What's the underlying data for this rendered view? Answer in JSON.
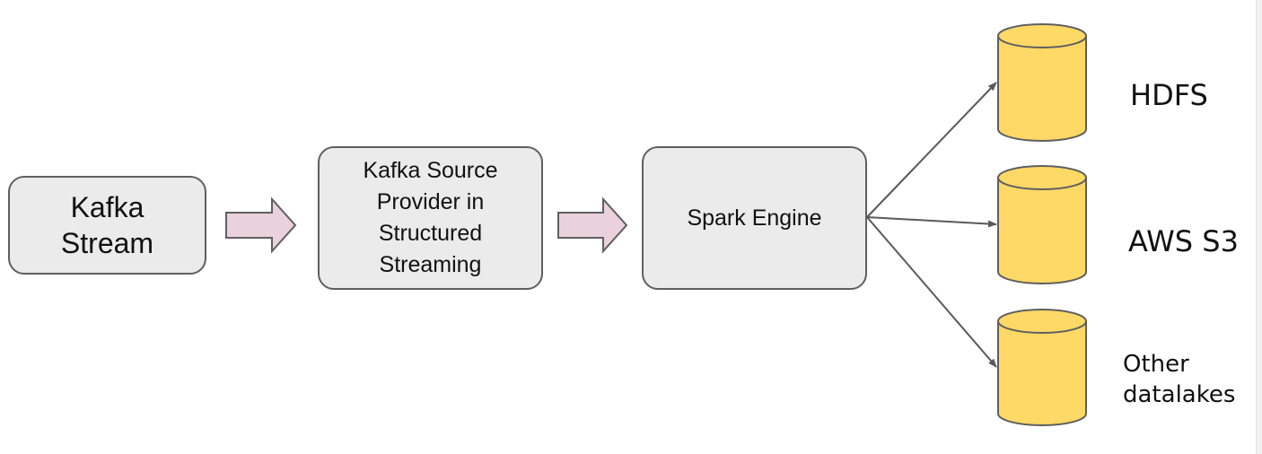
{
  "nodes": {
    "kafka_stream": "Kafka\nStream",
    "source_provider": "Kafka Source\nProvider in\nStructured\nStreaming",
    "spark_engine": "Spark Engine"
  },
  "sinks": {
    "hdfs": "HDFS",
    "aws_s3": "AWS S3",
    "other": "Other\ndatalakes"
  },
  "colors": {
    "node_fill": "#ebebeb",
    "node_border": "#5f5f5f",
    "block_arrow_fill": "#ead1dc",
    "cylinder_fill": "#ffd966",
    "connector": "#595959"
  }
}
